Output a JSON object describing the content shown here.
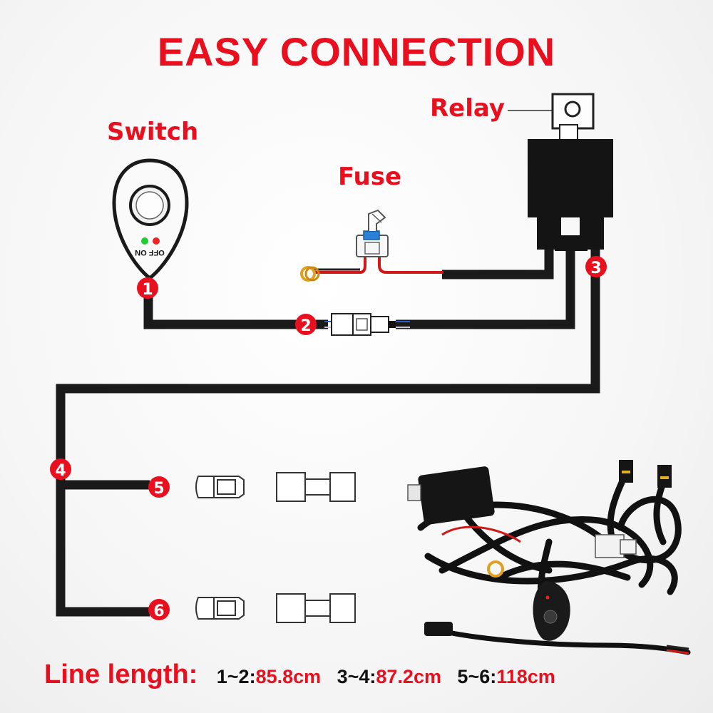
{
  "title": "EASY CONNECTION",
  "labels": {
    "switch": "Switch",
    "fuse": "Fuse",
    "relay": "Relay",
    "switch_text": "OFF ON"
  },
  "points": [
    "1",
    "2",
    "3",
    "4",
    "5",
    "6"
  ],
  "footer": {
    "lead": "Line length:",
    "items": [
      {
        "key": "1~2:",
        "value": "85.8cm"
      },
      {
        "key": "3~4:",
        "value": "87.2cm"
      },
      {
        "key": "5~6:",
        "value": "118cm"
      }
    ]
  },
  "colors": {
    "accent": "#e8101e",
    "wire": "#1a1a1a",
    "led_green": "#22cc33",
    "led_red": "#ee2222",
    "fuse_blue": "#2a7fd6",
    "ring_terminal": "#e0a020"
  },
  "icons": [
    "switch-icon",
    "fuse-icon",
    "relay-icon",
    "connector-plug-icon",
    "ring-terminal-icon",
    "harness-photo"
  ]
}
